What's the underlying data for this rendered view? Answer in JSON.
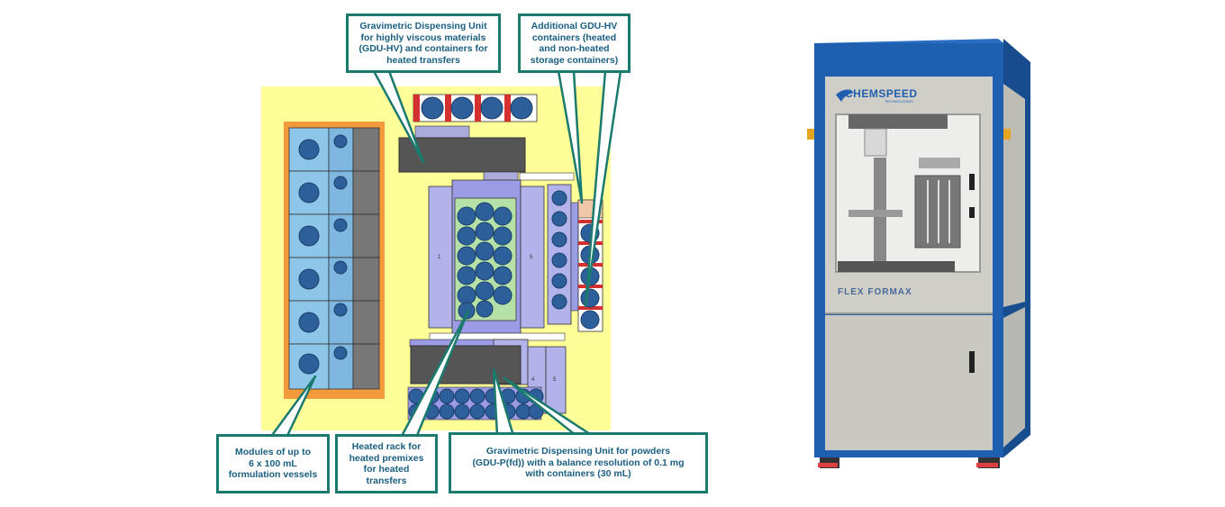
{
  "layout": {
    "callouts": [
      {
        "id": "gdu-hv",
        "text": "Gravimetric Dispensing Unit\nfor highly viscous materials\n(GDU-HV) and containers for\nheated transfers"
      },
      {
        "id": "add-gdu-hv",
        "text": "Additional GDU-HV\ncontainers (heated\nand non-heated\nstorage containers)"
      },
      {
        "id": "modules",
        "text": "Modules of up to\n6 x 100 mL\nformulation  vessels"
      },
      {
        "id": "heated-rack",
        "text": "Heated rack for\nheated premixes\nfor heated\ntransfers"
      },
      {
        "id": "gdu-p",
        "text": "Gravimetric Dispensing Unit for powders\n(GDU-P(fd)) with a balance  resolution of 0.1 mg\nwith containers (30 mL)"
      }
    ],
    "labels": {
      "n1": "1",
      "n5a": "5",
      "n4": "4",
      "n5b": "5"
    },
    "colors": {
      "background": "#ffff99",
      "callout_border": "#1b7a6e",
      "callout_text": "#1a5f80",
      "vessel": "#2d5f9a",
      "module_frame": "#f39a3c"
    }
  },
  "machine": {
    "brand": "CHEMSPEED",
    "brand_sub": "TECHNOLOGIES",
    "model": "FLEX FORMAX",
    "colors": {
      "frame": "#1f5fb0",
      "panel": "#c9c9c2"
    }
  }
}
